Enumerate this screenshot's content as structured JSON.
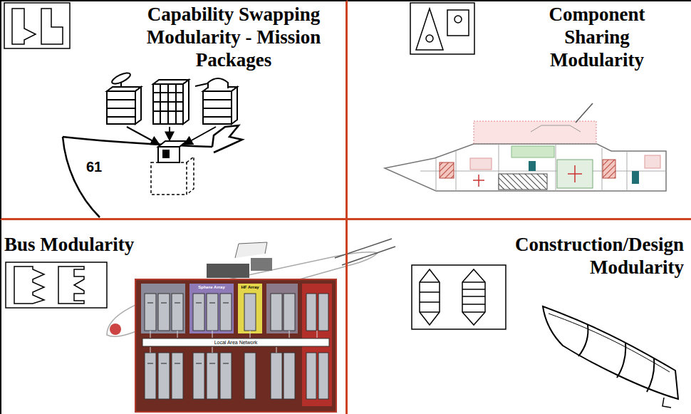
{
  "diagram": {
    "nodes": [
      {
        "text": [
          "Capability Swapping Modularity - Mission Packages"
        ]
      },
      {
        "text": [
          "Component Sharing Modularity"
        ]
      },
      {
        "text": [
          "Bus Modularity"
        ]
      },
      {
        "text": [
          "Construction/Design Modularity"
        ]
      }
    ],
    "labels": [
      "61",
      "Sphere Array",
      "HF Array",
      "Local Area Network"
    ]
  }
}
